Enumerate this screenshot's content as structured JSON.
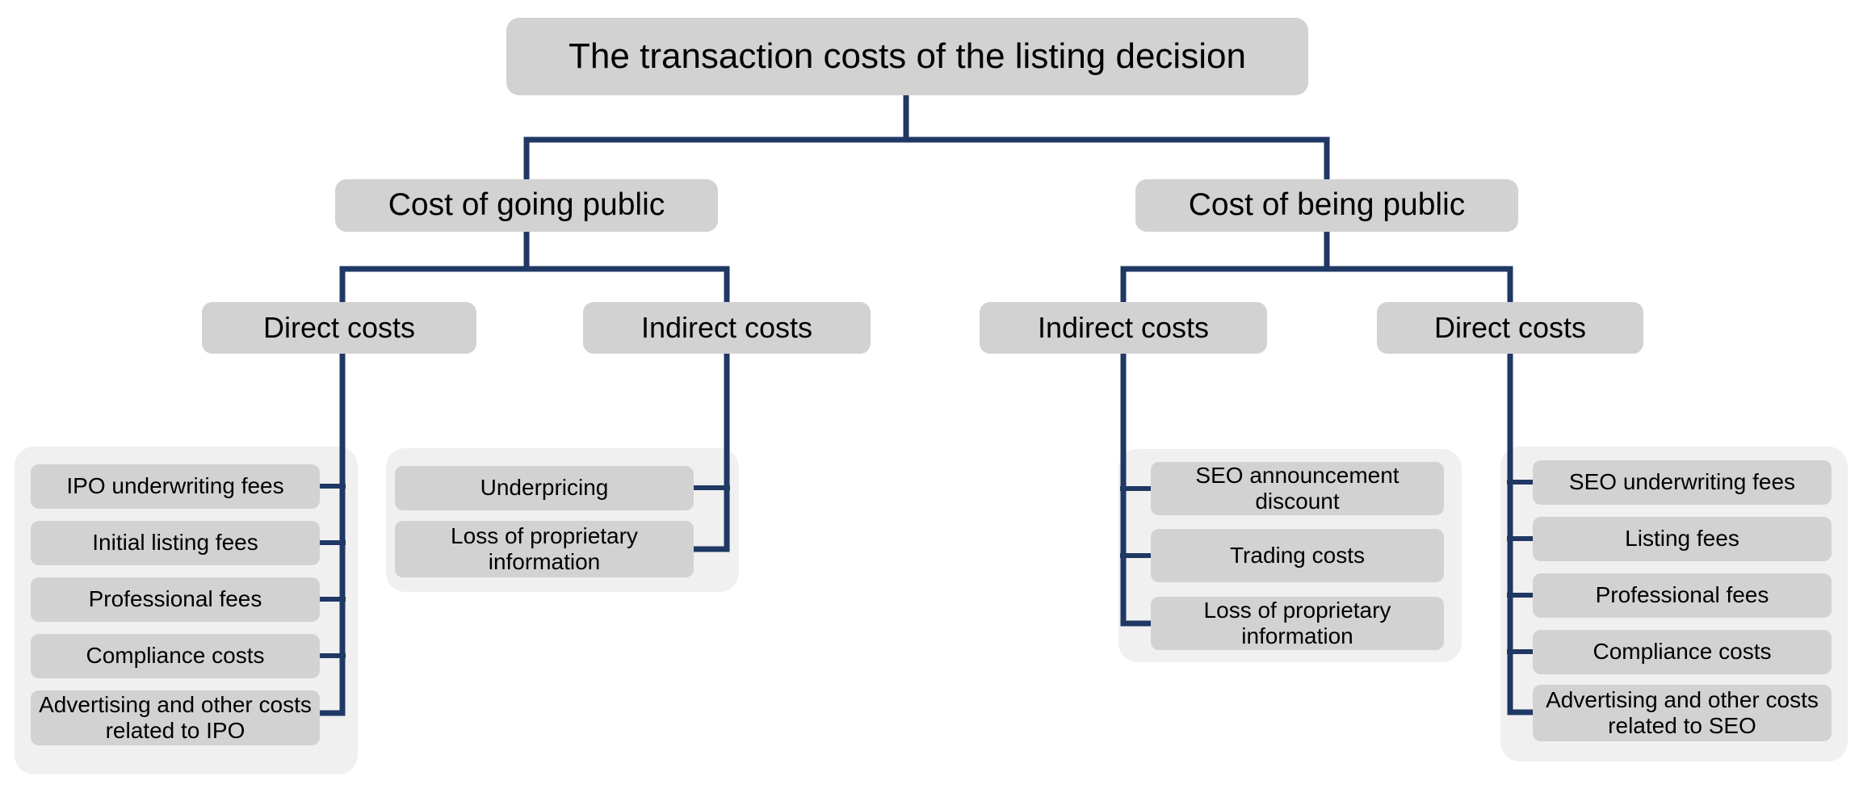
{
  "root": {
    "label": "The transaction costs of the listing decision"
  },
  "branches": [
    {
      "label": "Cost of going public",
      "children": [
        {
          "label": "Direct costs",
          "leaves": [
            "IPO underwriting fees",
            "Initial listing fees",
            "Professional fees",
            "Compliance costs",
            "Advertising and other costs related to IPO"
          ]
        },
        {
          "label": "Indirect costs",
          "leaves": [
            "Underpricing",
            "Loss of proprietary information"
          ]
        }
      ]
    },
    {
      "label": "Cost of being public",
      "children": [
        {
          "label": "Indirect costs",
          "leaves": [
            "SEO announcement discount",
            "Trading costs",
            "Loss of proprietary information"
          ]
        },
        {
          "label": "Direct costs",
          "leaves": [
            "SEO underwriting fees",
            "Listing fees",
            "Professional fees",
            "Compliance costs",
            "Advertising and other costs related to SEO"
          ]
        }
      ]
    }
  ],
  "colors": {
    "connector": "#1f3864",
    "node_fill": "#d2d2d2",
    "panel_fill": "#f0f0f0",
    "text": "#000000",
    "background": "#ffffff"
  }
}
